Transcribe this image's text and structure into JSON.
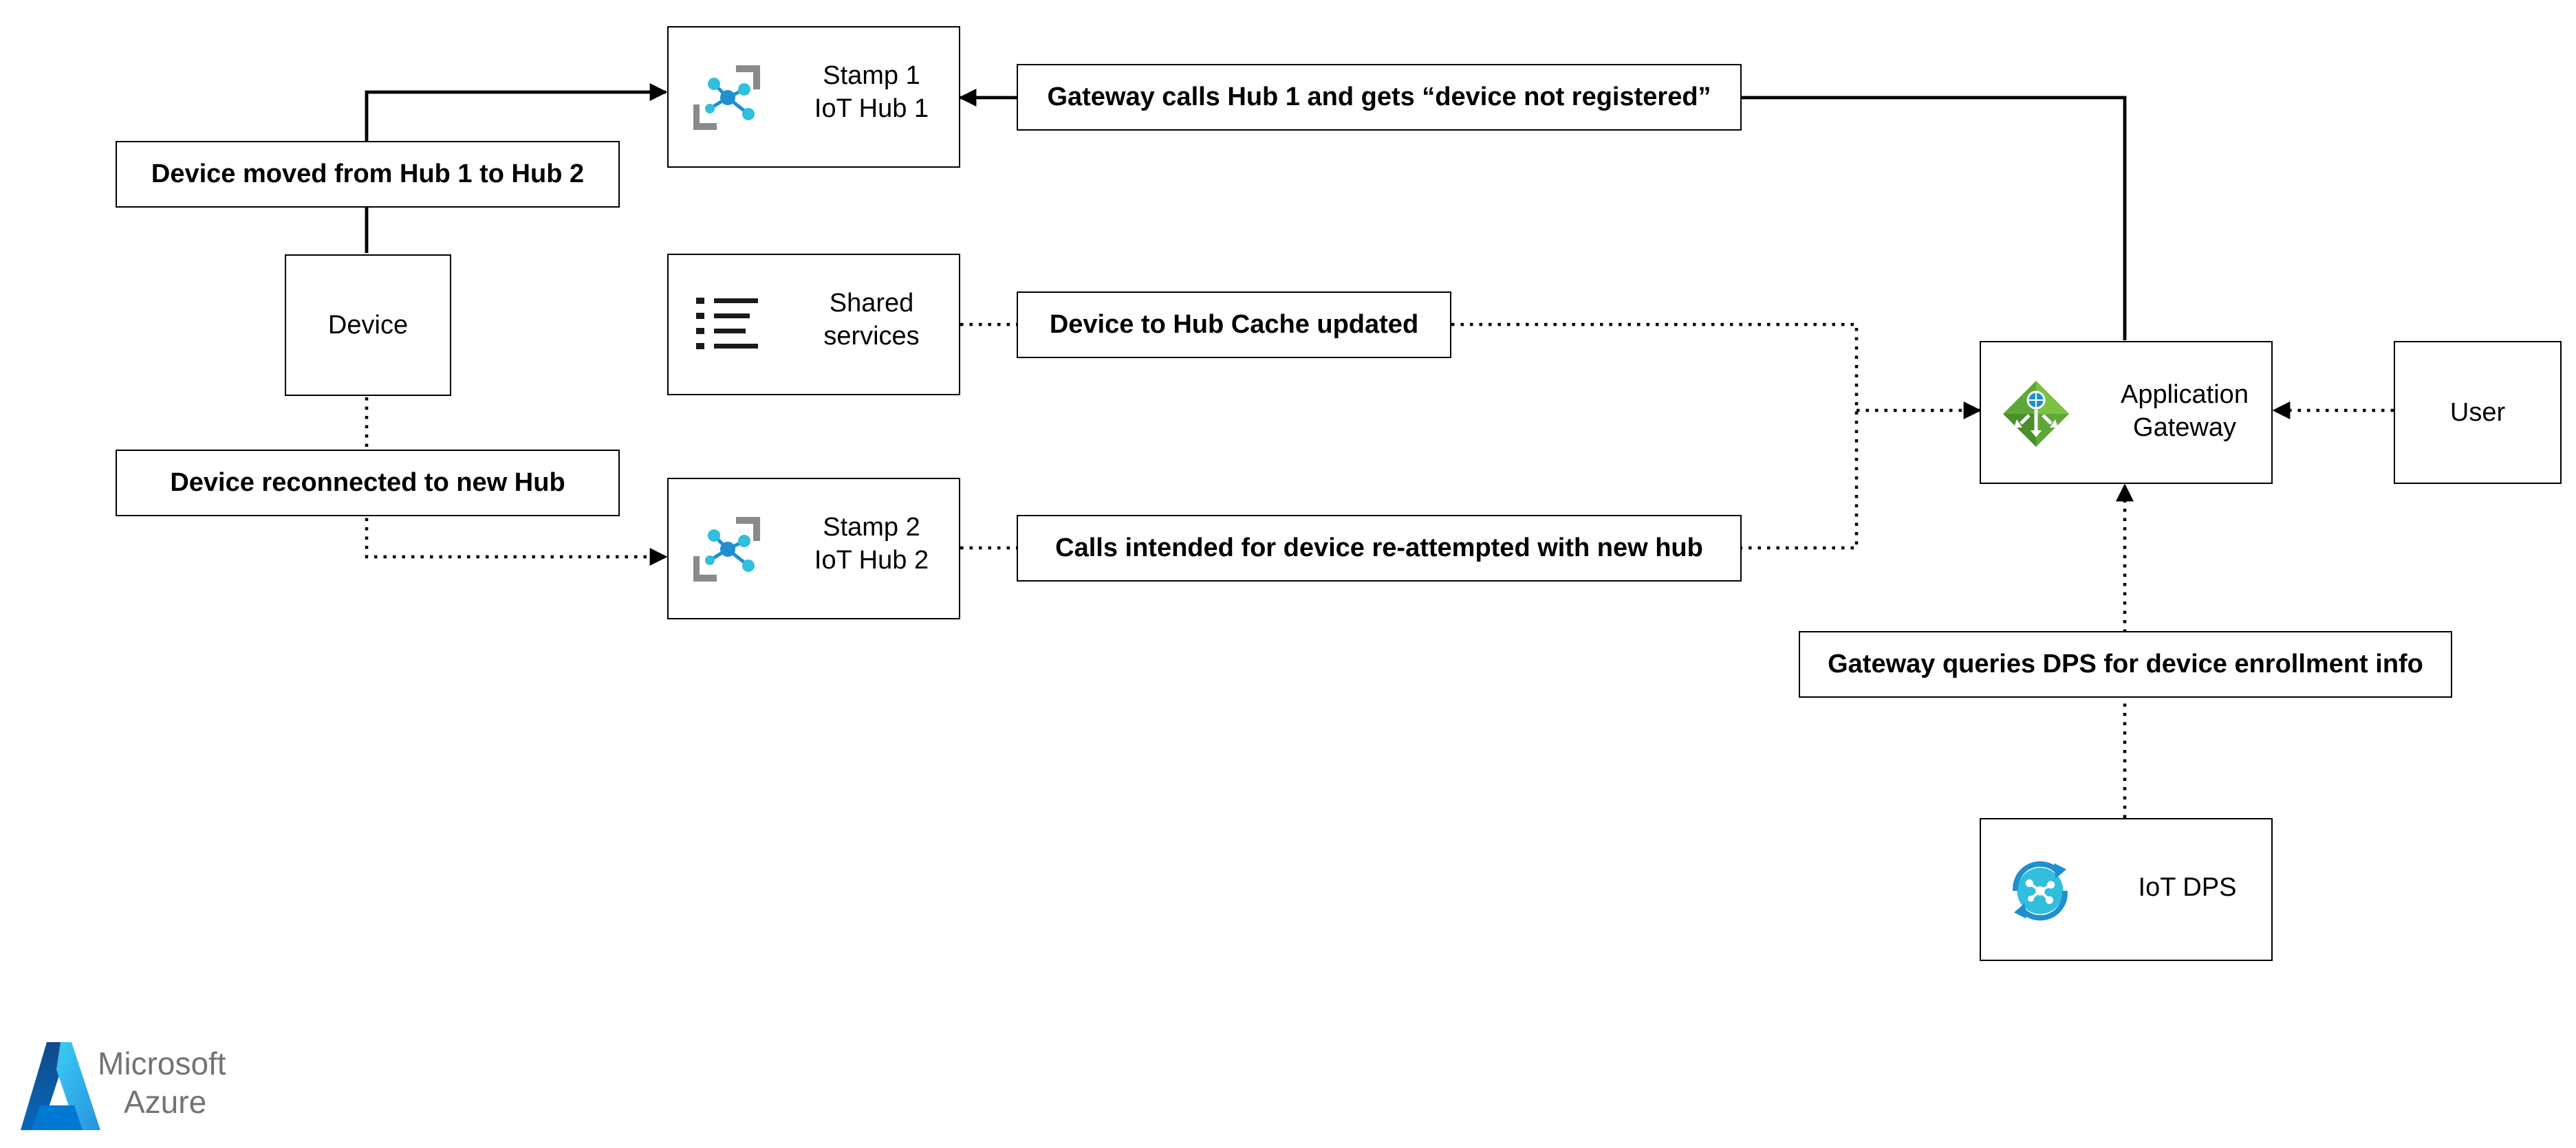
{
  "nodes": {
    "stamp1": {
      "line1": "Stamp 1",
      "line2": "IoT Hub 1",
      "icon": "iot-hub-icon"
    },
    "shared": {
      "line1": "Shared",
      "line2": "services",
      "icon": "list-icon"
    },
    "stamp2": {
      "line1": "Stamp 2",
      "line2": "IoT Hub 2",
      "icon": "iot-hub-icon"
    },
    "device": {
      "label": "Device"
    },
    "app_gateway": {
      "line1": "Application",
      "line2": "Gateway",
      "icon": "application-gateway-icon"
    },
    "user": {
      "label": "User"
    },
    "iot_dps": {
      "label": "IoT DPS",
      "icon": "iot-dps-icon"
    }
  },
  "labels": {
    "device_moved": "Device moved from Hub 1 to Hub 2",
    "device_reconnected": "Device reconnected to new Hub",
    "gateway_calls_hub1": "Gateway calls Hub 1 and gets “device not registered”",
    "cache_updated": "Device to Hub Cache updated",
    "calls_reattempted": "Calls intended for device re-attempted with new hub",
    "gateway_queries_dps": "Gateway queries DPS for device enrollment info"
  },
  "logo": {
    "line1": "Microsoft",
    "line2": "Azure"
  },
  "colors": {
    "iot_hub_blue": "#32bedd",
    "iot_hub_dark": "#1e8fd0",
    "gray": "#8a8a8a",
    "gateway_green": "#5ea83a",
    "gateway_light_green": "#7cc242",
    "azure_blue": "#0078d4",
    "line": "#000000"
  }
}
